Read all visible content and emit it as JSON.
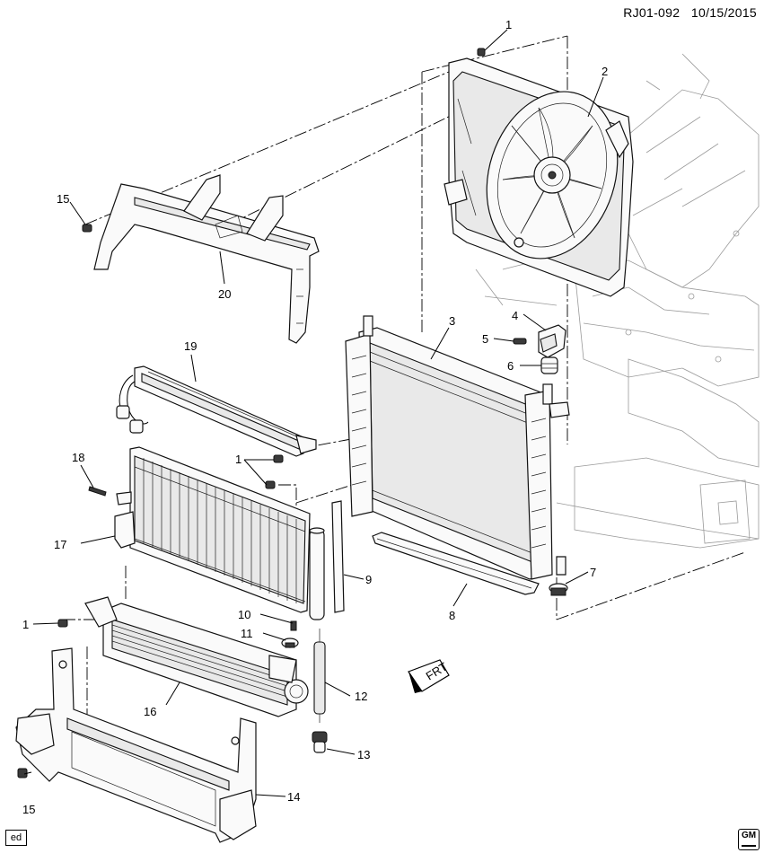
{
  "header": {
    "code": "RJ01-092",
    "date": "10/15/2015"
  },
  "callouts": [
    "1",
    "2",
    "3",
    "4",
    "5",
    "6",
    "7",
    "8",
    "9",
    "10",
    "11",
    "12",
    "13",
    "14",
    "15",
    "16",
    "17",
    "18",
    "19",
    "20",
    "1",
    "1",
    "15"
  ],
  "front_arrow_label": "FRT",
  "footer": {
    "tag": "ed",
    "logo_text": "GM"
  }
}
